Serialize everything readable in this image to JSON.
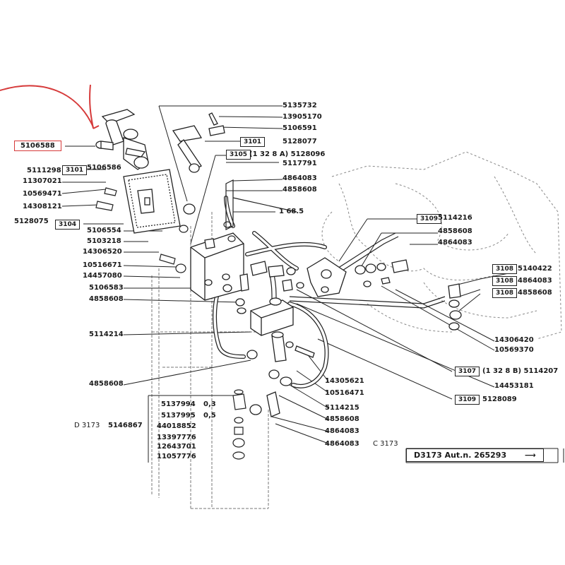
{
  "highlight": {
    "part": "5106588",
    "color": "#d63a3a"
  },
  "boxes": {
    "b3101_top": "3101",
    "b3101_left": "3101",
    "b3105": "3105",
    "b3104": "3104",
    "b3109_top": "3109",
    "b3109_bottom": "3109",
    "b3108_a": "3108",
    "b3108_b": "3108",
    "b3108_c": "3108",
    "b3107": "3107"
  },
  "parts": {
    "p5106586": "5106586",
    "p5111298": "5111298",
    "p11307021": "11307021",
    "p10569471": "10569471",
    "p14308121": "14308121",
    "p5128075": "5128075",
    "p5106554": "5106554",
    "p5103218": "5103218",
    "p14306520": "14306520",
    "p10516671": "10516671",
    "p14457080": "14457080",
    "p5106583": "5106583",
    "p4858608_left": "4858608",
    "p5114214": "5114214",
    "p4858608_bottom": "4858608",
    "p5135732": "5135732",
    "p13905170": "13905170",
    "p5106591": "5106591",
    "p5128077": "5128077",
    "p5128096": "(1 32 8 A) 5128096",
    "p5117791": "5117791",
    "p4864083_a": "4864083",
    "p4858608_a": "4858608",
    "p168_5": "1 68.5",
    "p5114216": "5114216",
    "p4858608_b": "4858608",
    "p4864083_b": "4864083",
    "p5140422": "5140422",
    "p4864083_c": "4864083",
    "p4858608_c": "4858608",
    "p14306420": "14306420",
    "p10569370": "10569370",
    "p5114207": "(1 32 8 B) 5114207",
    "p14453181": "14453181",
    "p5128089": "5128089",
    "p14305621": "14305621",
    "p10516471": "10516471",
    "p5114215": "5114215",
    "p4858608_d": "4858608",
    "p4864083_d": "4864083",
    "p4864083_e": "4864083",
    "c3173": "C 3173",
    "d3173": "D 3173",
    "p5146867": "5146867",
    "p5137994": "5137994",
    "p5137995": "5137995",
    "p44018852": "44018852",
    "p13397776": "13397776",
    "p12643701": "12643701",
    "p11057776": "11057776",
    "shim_03": "0,3",
    "shim_05": "0,5"
  },
  "caption": "D3173 Aut.n. 265293"
}
